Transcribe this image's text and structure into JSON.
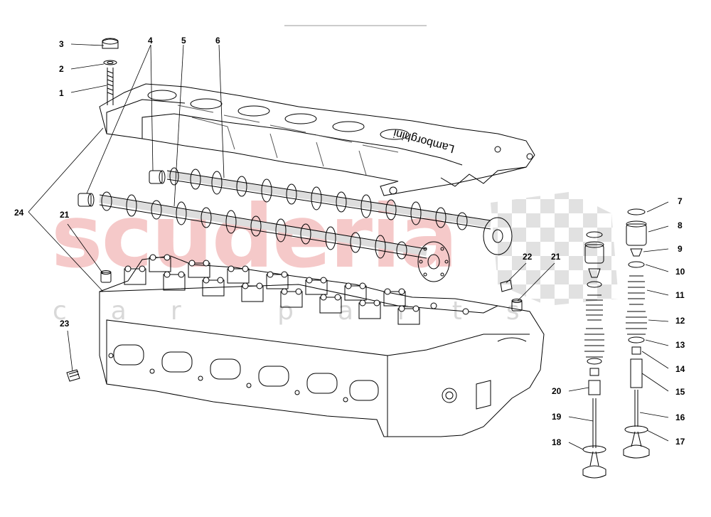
{
  "watermark": {
    "brand": "scuderia",
    "sub": "car parts",
    "color": "#f5c9c9"
  },
  "engraving": "Lamborghini",
  "callouts": [
    "1",
    "2",
    "3",
    "4",
    "5",
    "6",
    "7",
    "8",
    "9",
    "10",
    "11",
    "12",
    "13",
    "14",
    "15",
    "16",
    "17",
    "18",
    "19",
    "20",
    "21",
    "21",
    "22",
    "23",
    "24"
  ],
  "line_color": "#000000"
}
